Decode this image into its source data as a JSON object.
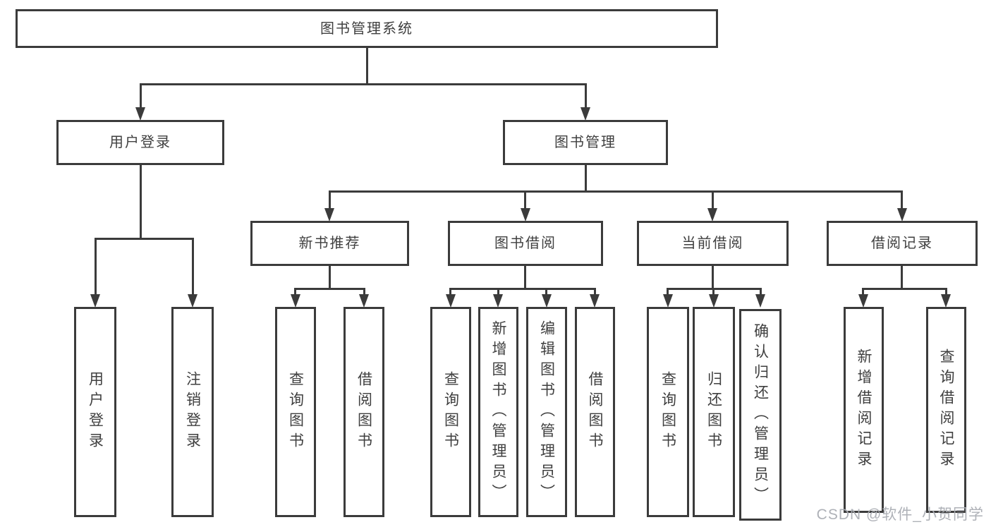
{
  "tree": {
    "root": {
      "label": "图书管理系统",
      "children": [
        {
          "label": "用户登录",
          "children": [
            {
              "label": "用户登录"
            },
            {
              "label": "注销登录"
            }
          ]
        },
        {
          "label": "图书管理",
          "children": [
            {
              "label": "新书推荐",
              "children": [
                {
                  "label": "查询图书"
                },
                {
                  "label": "借阅图书"
                }
              ]
            },
            {
              "label": "图书借阅",
              "children": [
                {
                  "label": "查询图书"
                },
                {
                  "label": "新增图书（管理员）"
                },
                {
                  "label": "编辑图书（管理员）"
                },
                {
                  "label": "借阅图书"
                }
              ]
            },
            {
              "label": "当前借阅",
              "children": [
                {
                  "label": "查询图书"
                },
                {
                  "label": "归还图书"
                },
                {
                  "label": "确认归还（管理员）"
                }
              ]
            },
            {
              "label": "借阅记录",
              "children": [
                {
                  "label": "新增借阅记录"
                },
                {
                  "label": "查询借阅记录"
                }
              ]
            }
          ]
        }
      ]
    }
  },
  "watermark": "CSDN @软件_小贺同学",
  "colors": {
    "line": "#3b3b3b",
    "text": "#3f3f3f",
    "watermark": "#aaadb3",
    "background": "#ffffff"
  }
}
